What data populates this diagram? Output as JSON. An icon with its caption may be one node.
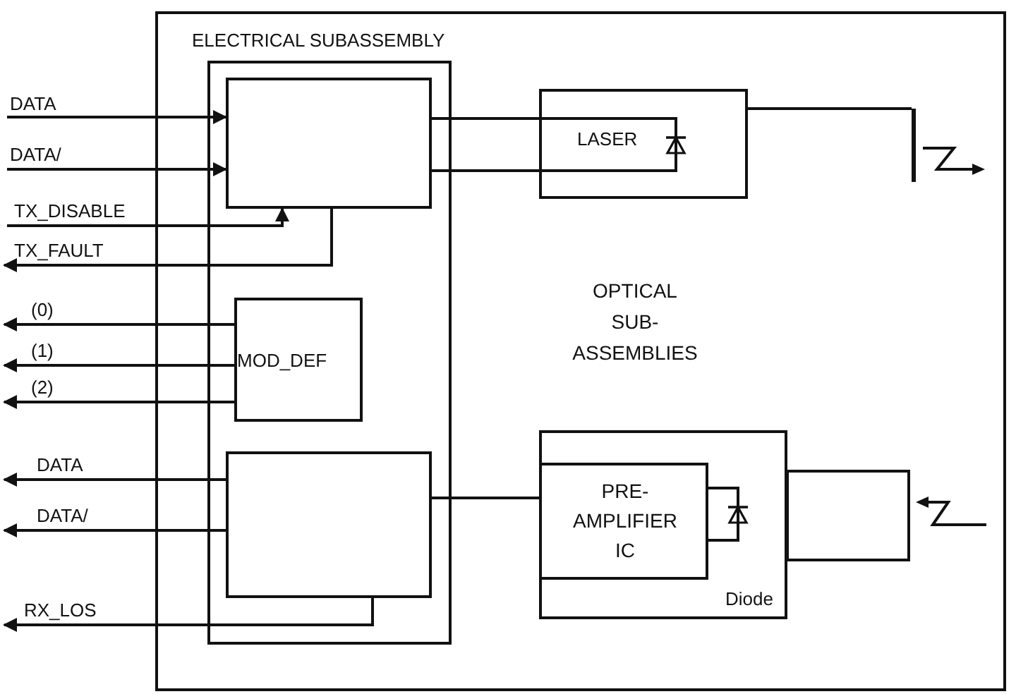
{
  "diagram": {
    "nodes": [
      {
        "text": [],
        "shape": "box"
      },
      {
        "text": [
          "ELECTRICAL SUBASSEMBLY"
        ],
        "in": 0
      },
      {
        "text": [],
        "shape": "box",
        "in": 1
      },
      {
        "text": [
          "MOD_DEF"
        ],
        "in": 1
      },
      {
        "text": [],
        "shape": "box",
        "in": 1
      },
      {
        "text": [
          "LASER"
        ],
        "in": 0
      },
      {
        "text": [
          "Diode"
        ],
        "in": 0
      },
      {
        "text": [
          "PRE- AMPLIFIER IC"
        ],
        "in": 6
      },
      {
        "text": [],
        "shape": "box",
        "in": 0
      },
      {
        "text": [],
        "shape": "bar",
        "in": 0
      }
    ],
    "edges": [
      {
        "from": null,
        "to": 2,
        "arrow": "to",
        "label": "DATA"
      },
      {
        "from": null,
        "to": 2,
        "arrow": "to",
        "label": "DATA/"
      },
      {
        "from": null,
        "to": 2,
        "arrow": "to",
        "label": "TX_DISABLE"
      },
      {
        "from": 2,
        "to": null,
        "arrow": "to",
        "label": "TX_FAULT"
      },
      {
        "from": 3,
        "to": null,
        "arrow": "to",
        "label": "(0)"
      },
      {
        "from": 3,
        "to": null,
        "arrow": "to",
        "label": "(1)"
      },
      {
        "from": 3,
        "to": null,
        "arrow": "to",
        "label": "(2)"
      },
      {
        "from": 4,
        "to": null,
        "arrow": "to",
        "label": "DATA"
      },
      {
        "from": 4,
        "to": null,
        "arrow": "to",
        "label": "DATA/"
      },
      {
        "from": 4,
        "to": null,
        "arrow": "to",
        "label": "RX_LOS"
      },
      {
        "from": 2,
        "to": 5,
        "arrow": "none"
      },
      {
        "from": 2,
        "to": 5,
        "arrow": "none"
      },
      {
        "from": 5,
        "to": 9,
        "arrow": "none"
      },
      {
        "from": 4,
        "to": 7,
        "arrow": "none"
      }
    ],
    "labels": [
      "OPTICAL SUB- ASSEMBLIES"
    ]
  }
}
